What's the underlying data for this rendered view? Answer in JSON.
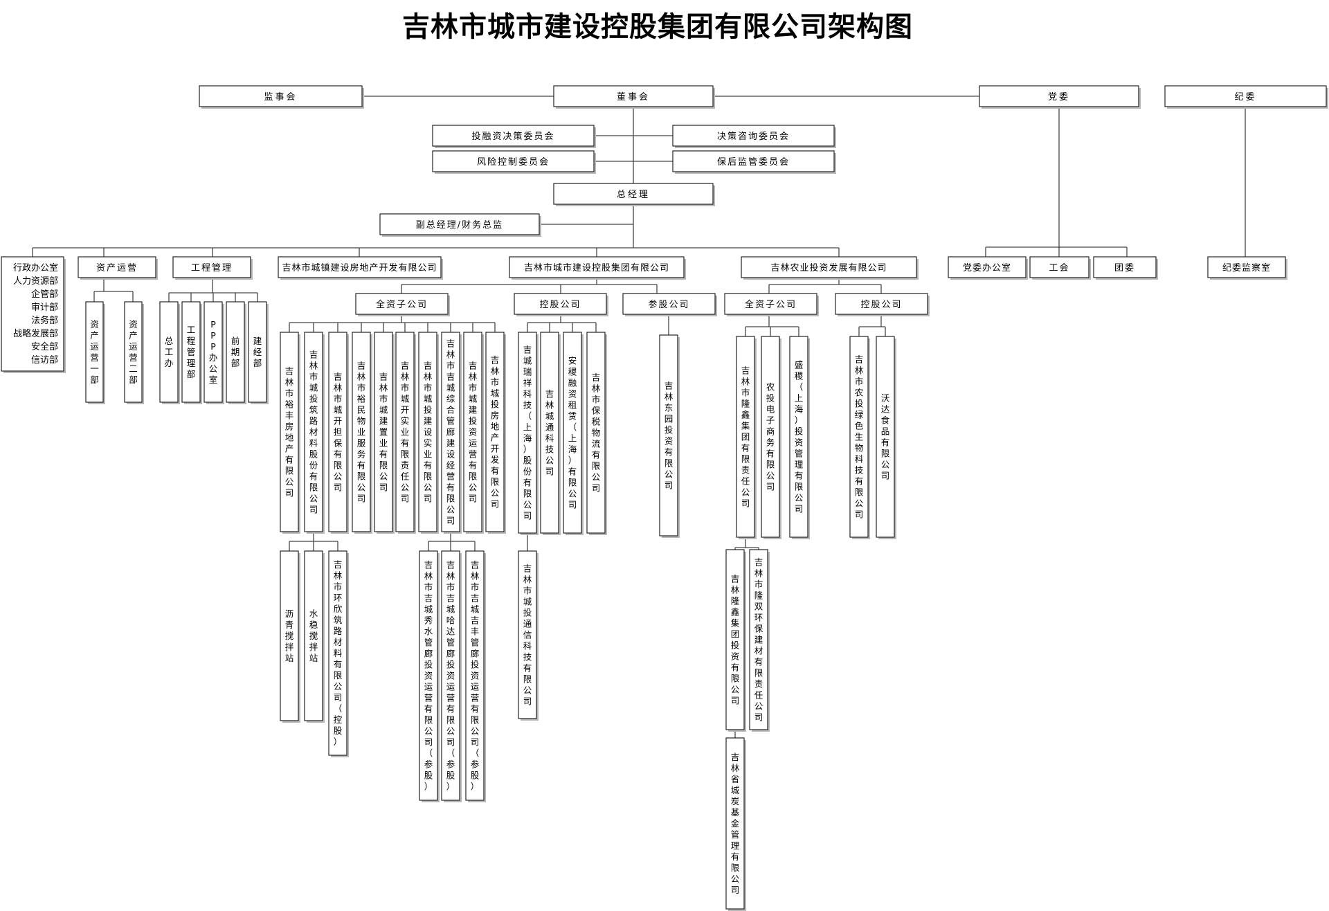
{
  "title": "吉林市城市建设控股集团有限公司架构图",
  "top": {
    "supervisory_board": "监事会",
    "board": "董事会",
    "party_committee": "党委",
    "discipline_committee": "纪委"
  },
  "committees": [
    "投融资决策委员会",
    "决策咨询委员会",
    "风险控制委员会",
    "保后监管委员会"
  ],
  "general_manager": "总经理",
  "deputy_gm": "副总经理/财务总监",
  "departments_list": [
    "行政办公室",
    "人力资源部",
    "企管部",
    "审计部",
    "法务部",
    "战略发展部",
    "安全部",
    "信访部"
  ],
  "asset_ops": {
    "label": "资产运营",
    "children": [
      "资产运营一部",
      "资产运营二部"
    ]
  },
  "engineering": {
    "label": "工程管理",
    "children": [
      "总工办",
      "工程管理部",
      "PPP办公室",
      "前期部",
      "建经部"
    ]
  },
  "real_estate": "吉林市城镇建设房地产开发有限公司",
  "group_co": {
    "label": "吉林市城市建设控股集团有限公司",
    "wholly_owned": {
      "label": "全资子公司",
      "children": [
        "吉林市裕丰房地产有限公司",
        "吉林市城投筑路材料股份有限公司",
        "吉林市城开担保有限公司",
        "吉林市裕民物业服务有限公司",
        "吉林市城建置业有限公司",
        "吉林市城开实业有限责任公司",
        "吉林市城投建设实业有限公司",
        "吉林市吉城综合管廊建设经营有限公司",
        "吉林市城建投资运营有限公司",
        "吉林市城投房地产开发有限公司"
      ],
      "road_children": [
        "沥青搅拌站",
        "水稳搅拌站",
        "吉林市环欣筑路材料有限公司（控股）"
      ],
      "pipe_children": [
        "吉林市吉城秀水管廊投资运营有限公司（参股）",
        "吉林市吉城哈达管廊投资运营有限公司（参股）",
        "吉林市吉城吉丰管廊投资运营有限公司（参股）"
      ]
    },
    "controlled": {
      "label": "控股公司",
      "children": [
        "吉城瑞祥科技（上海）股份有限公司",
        "吉林城通科技公司",
        "安稷融资租赁（上海）有限公司",
        "吉林市保税物流有限公司"
      ],
      "sub_child": "吉林市城投通信科技有限公司"
    },
    "participating": {
      "label": "参股公司",
      "children": [
        "吉林东园投资有限公司"
      ]
    }
  },
  "agri": {
    "label": "吉林农业投资发展有限公司",
    "wholly_owned": {
      "label": "全资子公司",
      "children": [
        "吉林市隆鑫集团有限责任公司",
        "农投电子商务有限公司",
        "盛稷（上海）投资管理有限公司"
      ],
      "longxin_children": [
        "吉林隆鑫集团投资有限公司",
        "吉林市隆双环保建材有限责任公司"
      ],
      "longxin_grandchild": "吉林省城炭基金管理有限公司"
    },
    "controlled": {
      "label": "控股公司",
      "children": [
        "吉林市农投绿色生物科技有限公司",
        "沃达食品有限公司"
      ]
    }
  },
  "party": {
    "children": [
      "党委办公室",
      "工会",
      "团委"
    ]
  },
  "discipline": {
    "children": [
      "纪委监察室"
    ]
  }
}
